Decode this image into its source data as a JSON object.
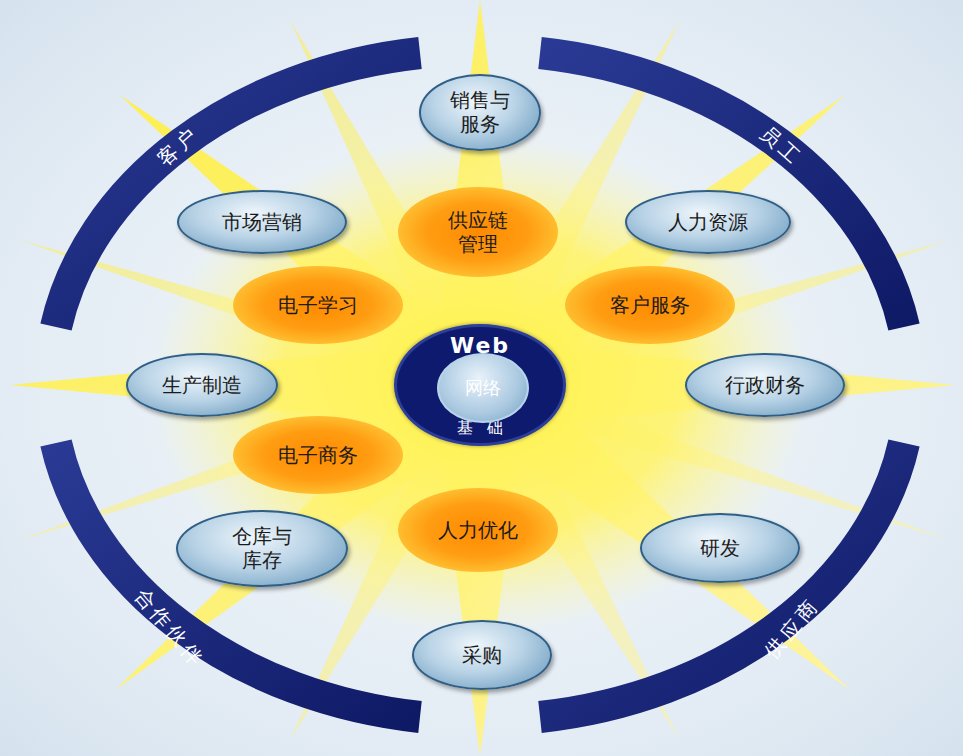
{
  "diagram": {
    "nodes": [
      {
        "text": [
          "客户"
        ]
      },
      {
        "text": [
          "员工"
        ]
      },
      {
        "text": [
          "销售与服务"
        ]
      },
      {
        "text": [
          "市场营销"
        ]
      },
      {
        "text": [
          "供应链管理"
        ]
      },
      {
        "text": [
          "人力资源"
        ]
      },
      {
        "text": [
          "电子学习"
        ]
      },
      {
        "text": [
          "客户服务"
        ]
      },
      {
        "text": [
          "Web",
          "基础"
        ]
      },
      {
        "text": [
          "网络"
        ],
        "in": 8
      },
      {
        "text": [
          "生产制造"
        ]
      },
      {
        "text": [
          "行政财务"
        ]
      },
      {
        "text": [
          "电子商务"
        ]
      },
      {
        "text": [
          "人力优化"
        ]
      },
      {
        "text": [
          "仓库与库存"
        ]
      },
      {
        "text": [
          "研发"
        ]
      },
      {
        "text": [
          "合作伙伴"
        ]
      },
      {
        "text": [
          "供应商"
        ]
      },
      {
        "text": [
          "采购"
        ]
      }
    ]
  }
}
